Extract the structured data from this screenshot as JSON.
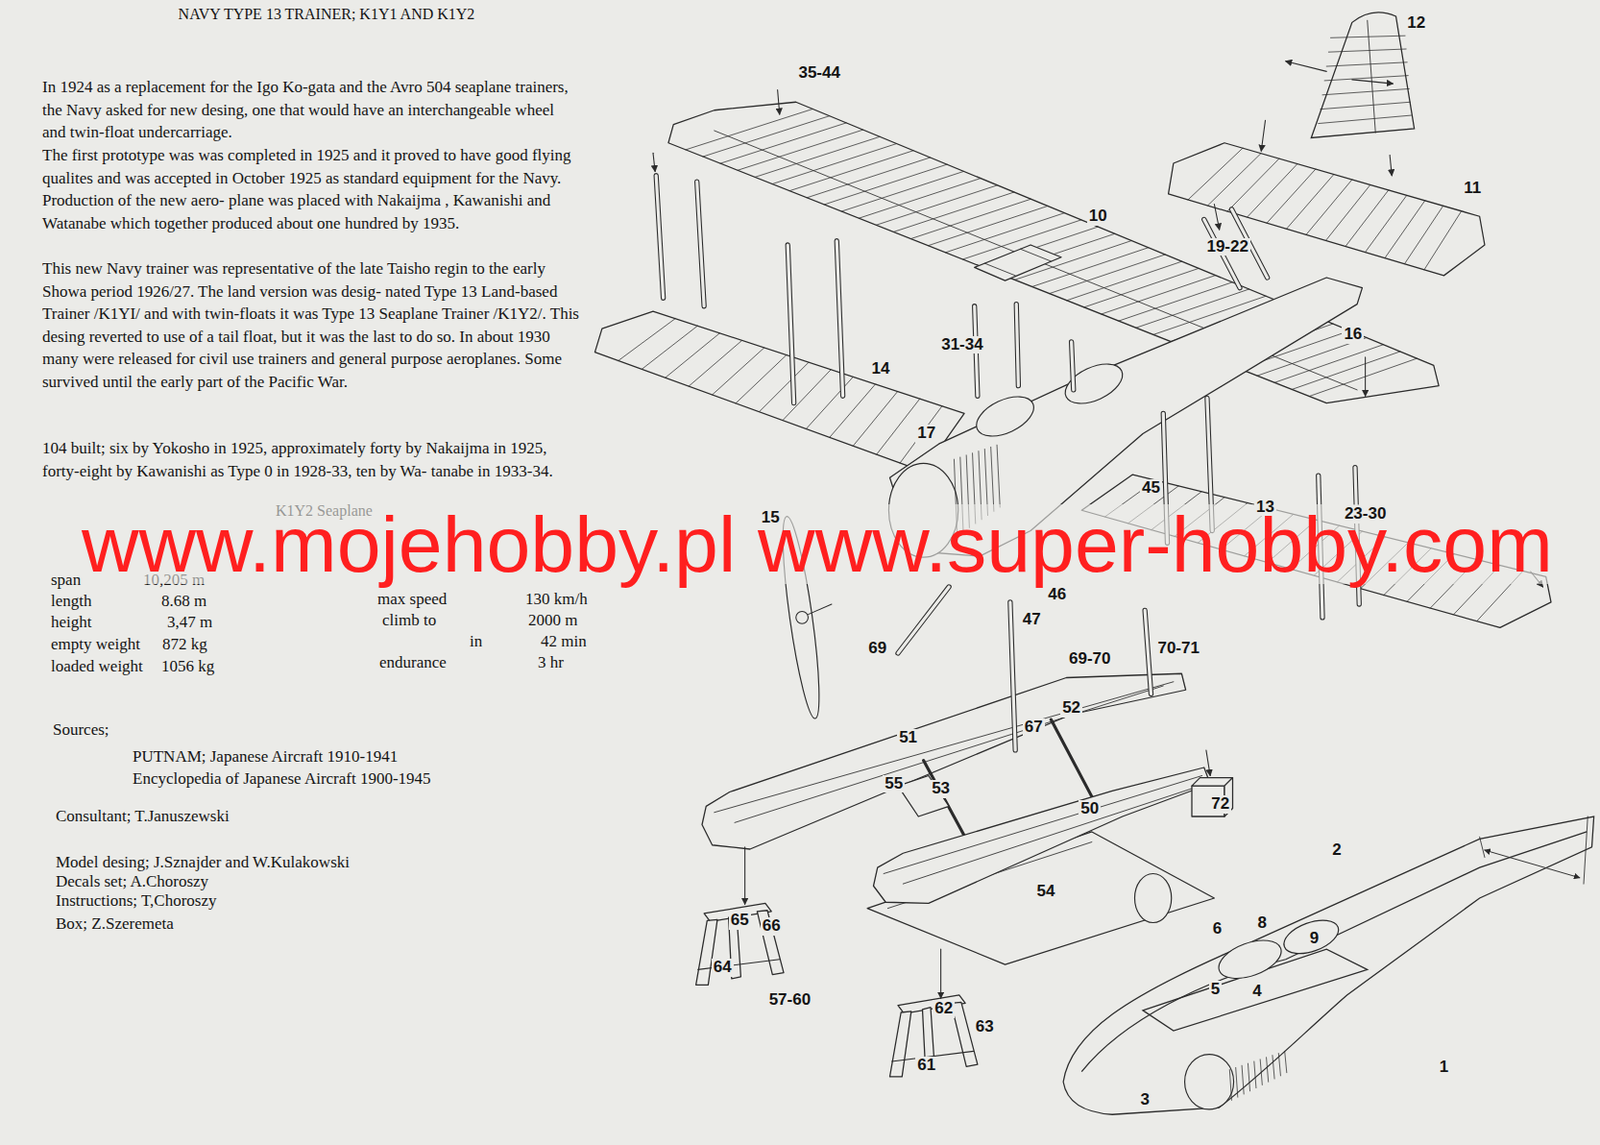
{
  "diagram": {
    "title": "NAVY TYPE 13 TRAINER; K1Y1 AND K1Y2",
    "labels": [
      "In 1924 as a replacement for the Igo Ko-gata and the Avro 504 seaplane trainers, the Navy asked for new desing, one that would have an interchangeable wheel and twin-float undercarriage.",
      "The first prototype was was completed in 1925 and it proved to have good flying qualites and was accepted in October 1925 as standard equipment for the Navy. Production of the new aero- plane was placed with Nakaijma , Kawanishi and Watanabe which together produced about one hundred by 1935.",
      "This new Navy trainer was representative of the late Taisho regin to the early Showa period 1926/27. The land version was desig- nated Type 13 Land-based Trainer /K1YI/ and with twin-floats it was Type 13 Seaplane Trainer /K1Y2/. This desing reverted to use of a tail float, but it was the last to do so. In about 1930 many were released for civil use trainers and general purpose aeroplanes. Some survived until the early part of the Pacific War.",
      "104 built; six by Yokosho in 1925, approximately forty by Nakaijma in 1925, forty-eight by Kawanishi as Type 0 in 1928-33, ten by Wa- tanabe in 1933-34.",
      "K1Y2 Seaplane",
      "span",
      "10,205 m",
      "length",
      "8.68 m",
      "height",
      "3,47 m",
      "empty weight",
      "872 kg",
      "loaded weight",
      "1056 kg",
      "max speed",
      "130 km/h",
      "climb to",
      "2000 m",
      "in",
      "42 min",
      "endurance",
      "3 hr",
      "Sources;",
      "PUTNAM; Japanese Aircraft 1910-1941",
      "Encyclopedia of Japanese Aircraft 1900-1945",
      "Consultant; T.Januszewski",
      "Model desing; J.Sznajder and W.Kulakowski",
      "Decals set; A.Choroszy",
      "Instructions; T,Choroszy",
      "Box; Z.Szeremeta",
      "www.mojehobby.pl www.super-hobby.com",
      "35-44",
      "12",
      "11",
      "10",
      "19-22",
      "16",
      "31-34",
      "14",
      "17",
      "45",
      "15",
      "13",
      "23-30",
      "46",
      "47",
      "69",
      "69-70",
      "70-71",
      "52",
      "67",
      "51",
      "55",
      "53",
      "50",
      "72",
      "54",
      "2",
      "65",
      "66",
      "64",
      "57-60",
      "62",
      "63",
      "61",
      "6",
      "8",
      "9",
      "5",
      "4",
      "1",
      "3"
    ]
  }
}
